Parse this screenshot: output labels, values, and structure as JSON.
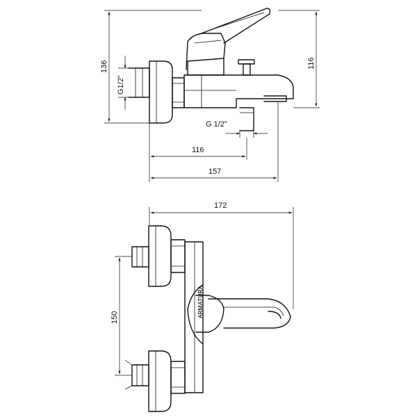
{
  "dimensions": {
    "height_136": "136",
    "height_116": "116",
    "thread_left": "G1/2\"",
    "thread_bottom": "G 1/2\"",
    "width_116": "116",
    "width_157": "157",
    "width_172": "172",
    "spacing_150": "150"
  }
}
